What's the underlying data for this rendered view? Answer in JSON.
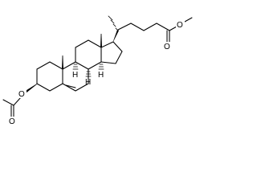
{
  "atoms": {
    "ring_oxygen": "O",
    "carbonyl_oxygen": "O",
    "ester_oxygen": "O",
    "ester_carbonyl_oxygen": "O"
  },
  "stereo_labels": {
    "h_c8": "H",
    "h_c9": "H",
    "h_c14": "H"
  }
}
